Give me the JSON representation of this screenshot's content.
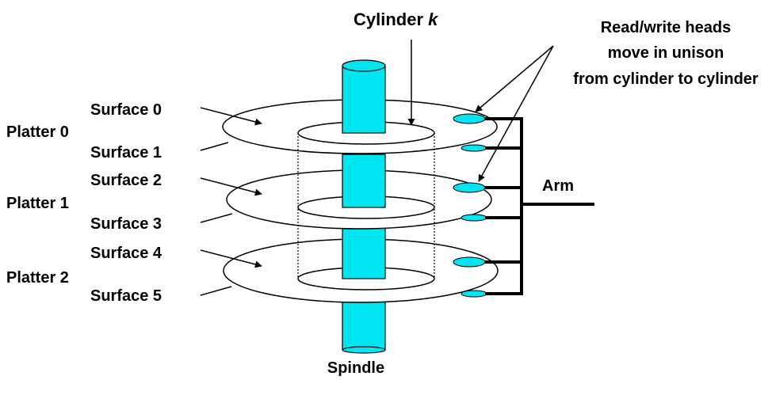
{
  "title": {
    "text": "Cylinder ",
    "var": "k"
  },
  "heads_note": [
    "Read/write heads",
    "move in unison",
    "from cylinder to cylinder"
  ],
  "platters": [
    "Platter 0",
    "Platter 1",
    "Platter 2"
  ],
  "surfaces": [
    "Surface 0",
    "Surface 1",
    "Surface 2",
    "Surface 3",
    "Surface 4",
    "Surface 5"
  ],
  "arm_label": "Arm",
  "spindle_label": "Spindle",
  "colors": {
    "spindle": "#00e5ef",
    "head": "#00e5ef",
    "line": "#000000",
    "platter_fill": "#ffffff"
  }
}
